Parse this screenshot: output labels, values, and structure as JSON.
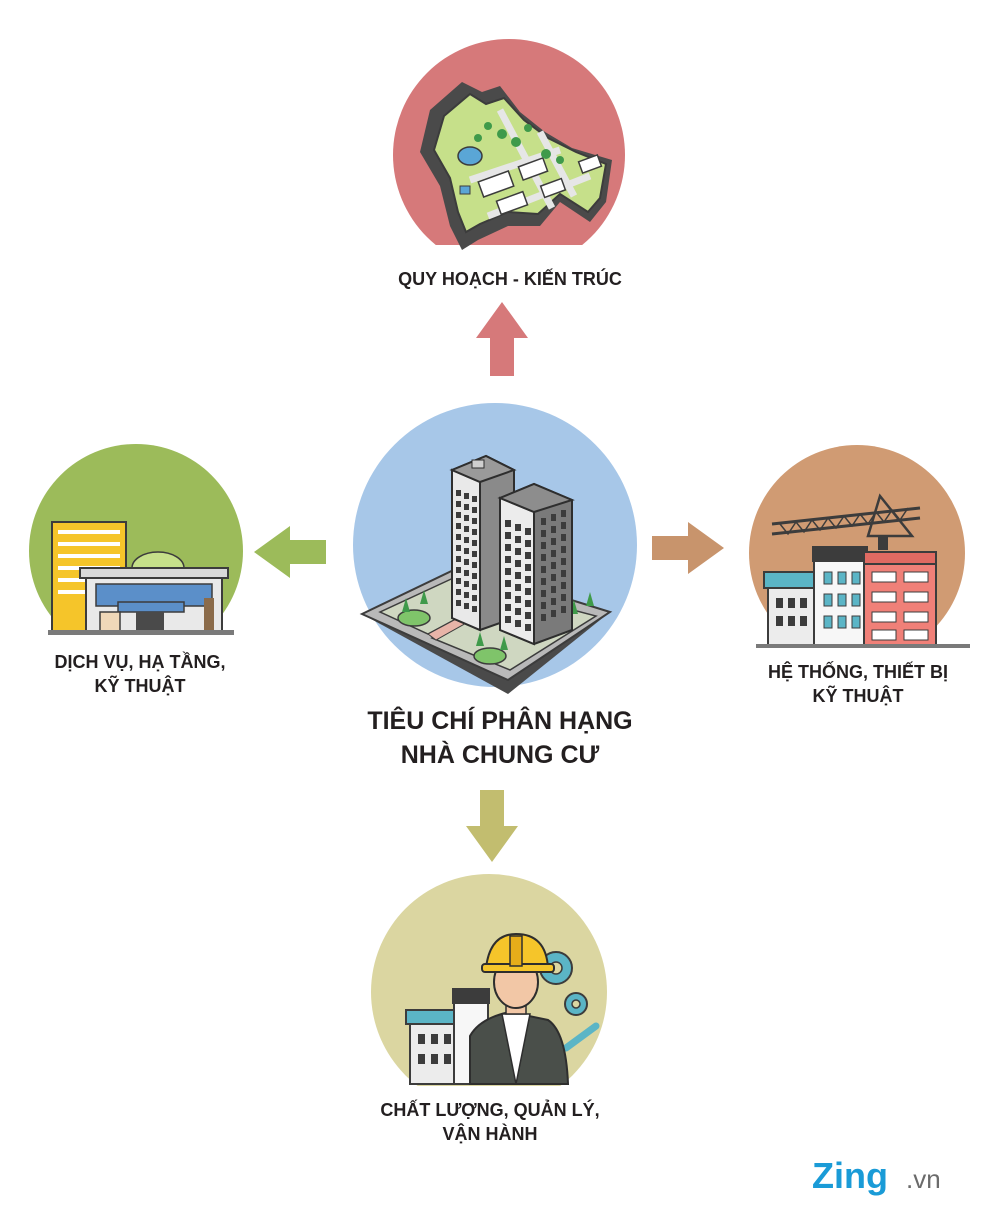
{
  "center": {
    "title_line1": "TIÊU CHÍ PHÂN HẠNG",
    "title_line2": "NHÀ CHUNG CƯ"
  },
  "nodes": {
    "top": {
      "line1": "QUY HOẠCH - KIẾN TRÚC",
      "color": "#d6797a",
      "arrow_color": "#d6797a",
      "icon": "site-plan-map-icon"
    },
    "left": {
      "line1": "DỊCH VỤ, HẠ TẦNG,",
      "line2": "KỸ THUẬT",
      "color": "#9cbb5a",
      "arrow_color": "#9cbb5a",
      "icon": "service-buildings-icon"
    },
    "right": {
      "line1": "HỆ THỐNG, THIẾT BỊ",
      "line2": "KỸ THUẬT",
      "color": "#d09b73",
      "arrow_color": "#c8946c",
      "icon": "construction-crane-icon"
    },
    "bottom": {
      "line1": "CHẤT LƯỢNG, QUẢN LÝ,",
      "line2": "VẬN HÀNH",
      "color": "#dbd6a1",
      "arrow_color": "#c2bd6f",
      "icon": "engineer-worker-icon"
    }
  },
  "center_color": "#a7c7e8",
  "brand": {
    "name": "Zing",
    "suffix": ".vn"
  }
}
